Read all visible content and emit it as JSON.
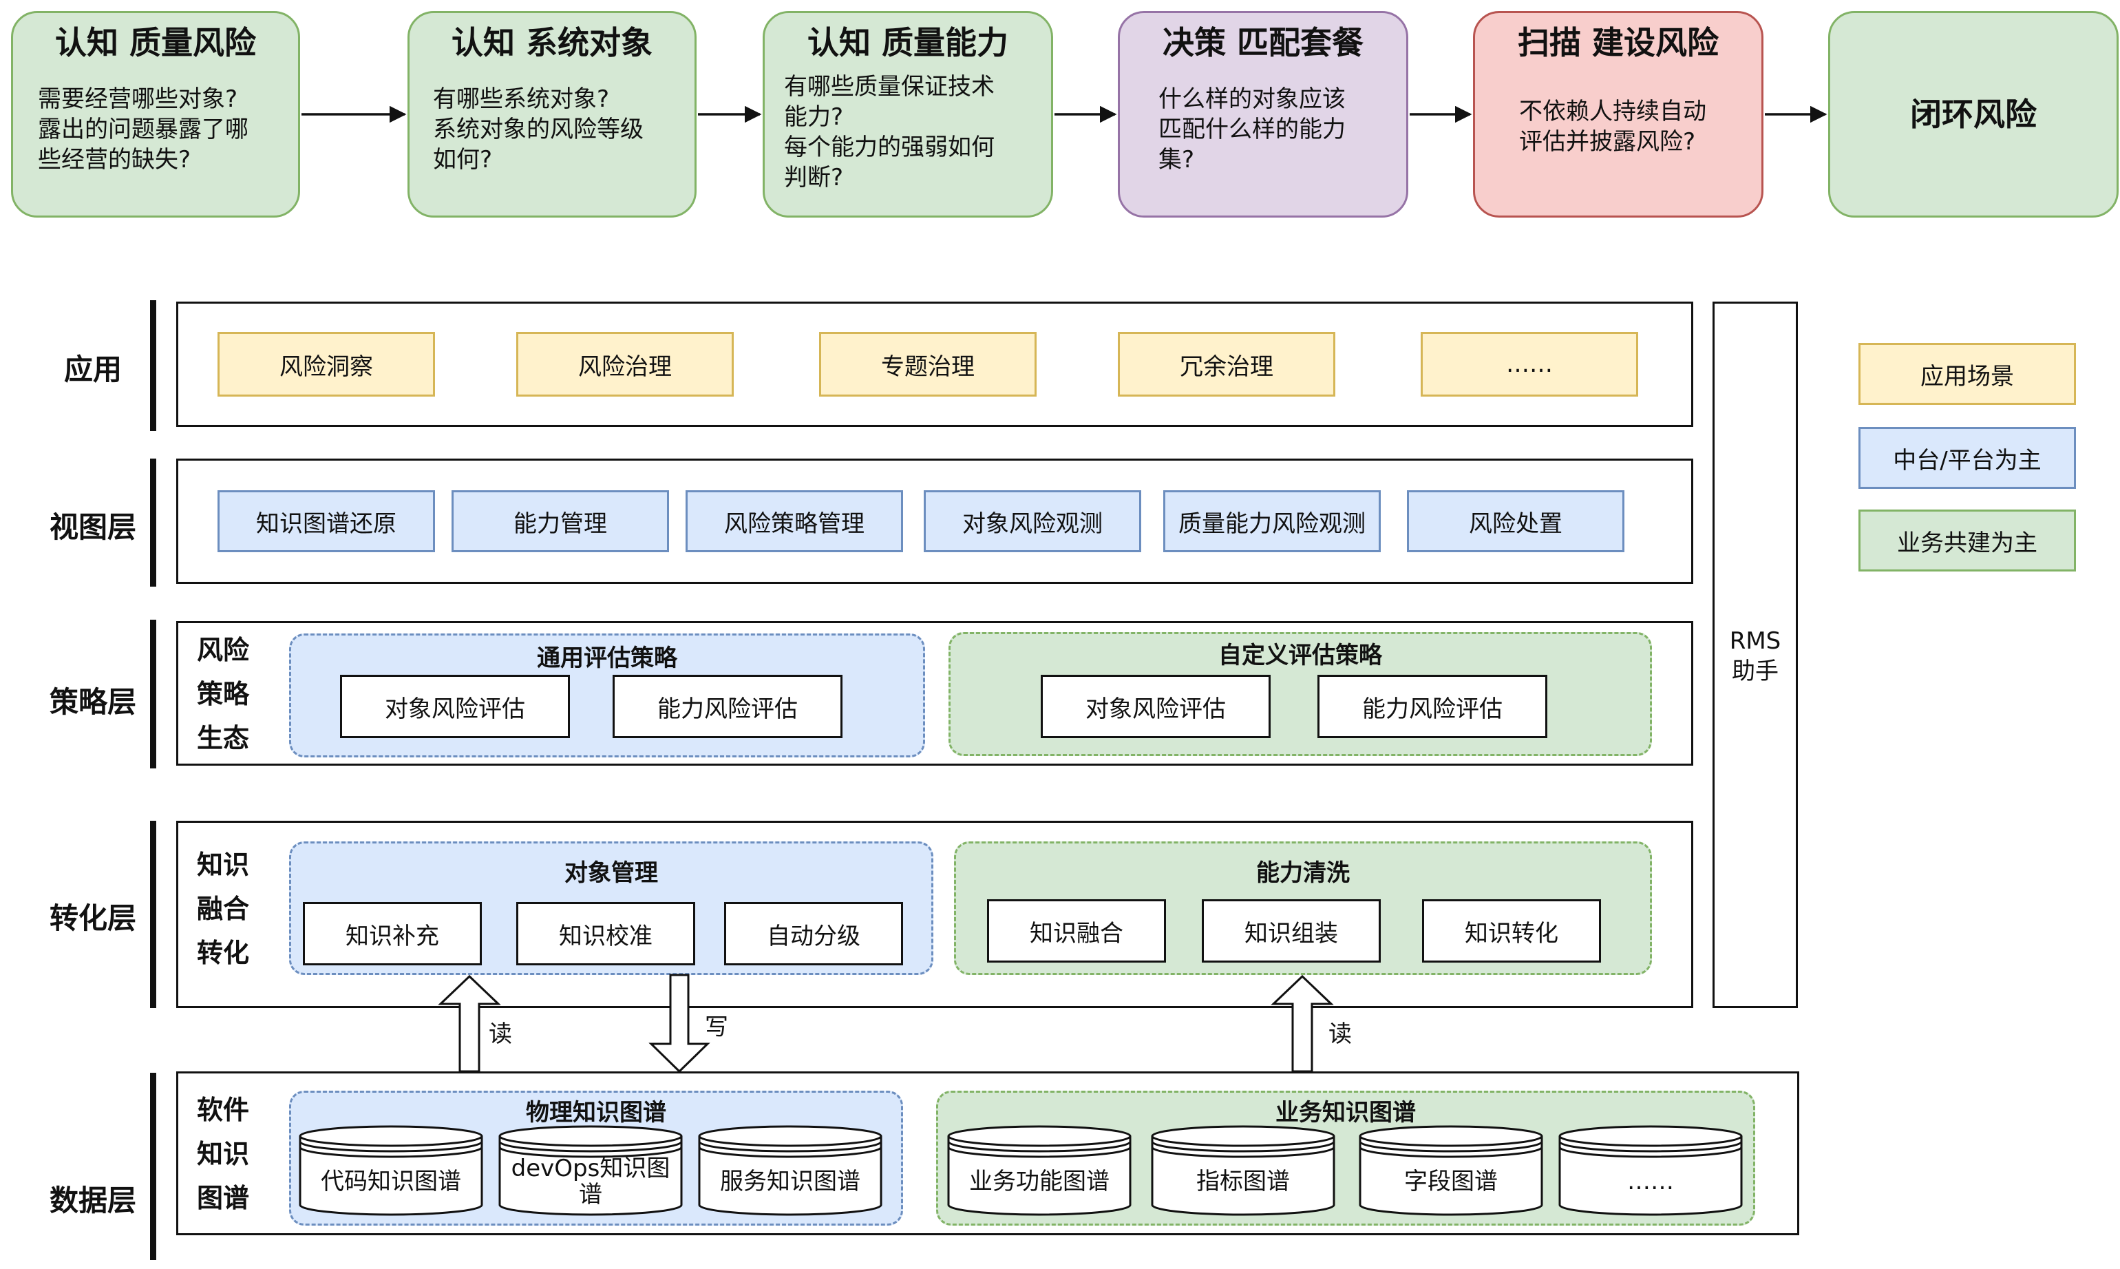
{
  "flow": [
    {
      "title": "认知 质量风险",
      "body": "需要经营哪些对象?\n露出的问题暴露了哪\n些经营的缺失?"
    },
    {
      "title": "认知 系统对象",
      "body": "有哪些系统对象?\n系统对象的风险等级\n如何?"
    },
    {
      "title": "认知 质量能力",
      "body": "有哪些质量保证技术\n能力?\n每个能力的强弱如何\n判断?"
    },
    {
      "title": "决策 匹配套餐",
      "body": "什么样的对象应该\n匹配什么样的能力\n集?"
    },
    {
      "title": "扫描 建设风险",
      "body": "不依赖人持续自动\n评估并披露风险?"
    },
    {
      "title": "闭环风险",
      "body": ""
    }
  ],
  "layers": {
    "app": {
      "label": "应用",
      "items": [
        "风险洞察",
        "风险治理",
        "专题治理",
        "冗余治理",
        "……"
      ]
    },
    "view": {
      "label": "视图层",
      "items": [
        "知识图谱还原",
        "能力管理",
        "风险策略管理",
        "对象风险观测",
        "质量能力风险观测",
        "风险处置"
      ]
    },
    "strategy": {
      "label": "策略层",
      "side": [
        "风险",
        "策略",
        "生态"
      ],
      "groups": [
        {
          "title": "通用评估策略",
          "items": [
            "对象风险评估",
            "能力风险评估"
          ]
        },
        {
          "title": "自定义评估策略",
          "items": [
            "对象风险评估",
            "能力风险评估"
          ]
        }
      ]
    },
    "transform": {
      "label": "转化层",
      "side": [
        "知识",
        "融合",
        "转化"
      ],
      "groups": [
        {
          "title": "对象管理",
          "items": [
            "知识补充",
            "知识校准",
            "自动分级"
          ]
        },
        {
          "title": "能力清洗",
          "items": [
            "知识融合",
            "知识组装",
            "知识转化"
          ]
        }
      ]
    },
    "data": {
      "label": "数据层",
      "side": [
        "软件",
        "知识",
        "图谱"
      ],
      "groups": [
        {
          "title": "物理知识图谱",
          "items": [
            "代码知识图谱",
            "devOps知识图\n谱",
            "服务知识图谱"
          ]
        },
        {
          "title": "业务知识图谱",
          "items": [
            "业务功能图谱",
            "指标图谱",
            "字段图谱",
            "……"
          ]
        }
      ]
    }
  },
  "arrows": {
    "read1": "读",
    "write": "写",
    "read2": "读"
  },
  "rms": "RMS\n助手",
  "legend": [
    "应用场景",
    "中台/平台为主",
    "业务共建为主"
  ],
  "colors": {
    "green": "#d5e8d4",
    "purple": "#e1d5e7",
    "red": "#f8cecc",
    "yellow": "#fff2cc",
    "blue": "#dae8fc"
  }
}
